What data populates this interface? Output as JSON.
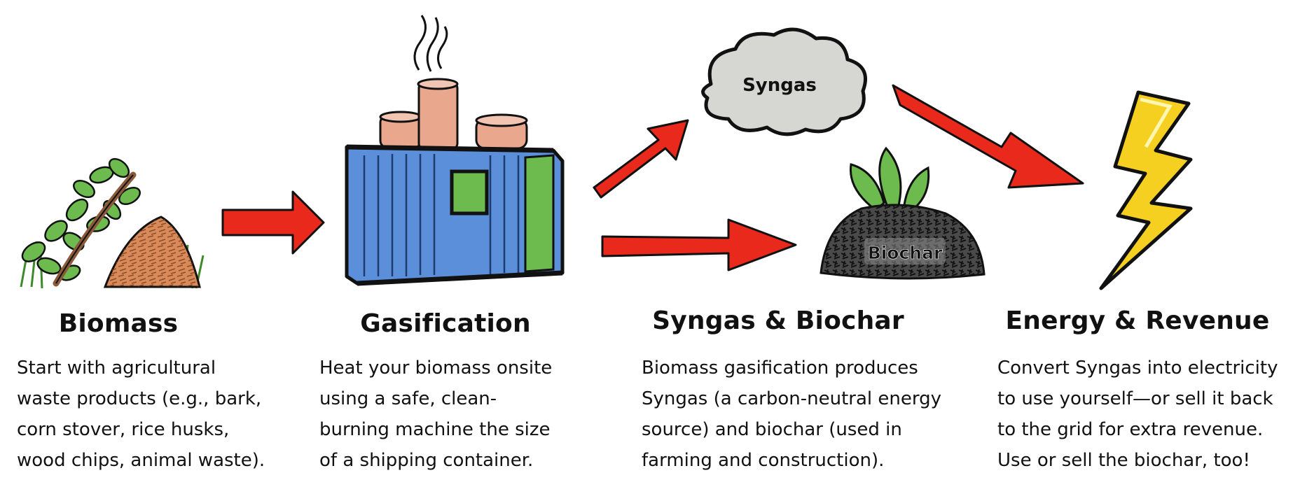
{
  "stages": [
    {
      "title": "Biomass",
      "lines": [
        "Start with agricultural",
        "waste products (e.g., bark,",
        "corn stover, rice husks,",
        "wood chips, animal waste)."
      ]
    },
    {
      "title": "Gasification",
      "lines": [
        "Heat your biomass onsite",
        "using a safe, clean-",
        "burning machine the size",
        "of a shipping container."
      ]
    },
    {
      "title": "Syngas & Biochar",
      "lines": [
        "Biomass gasification produces",
        "Syngas (a carbon-neutral energy",
        "source) and biochar (used in",
        "farming and construction)."
      ]
    },
    {
      "title": "Energy & Revenue",
      "lines": [
        "Convert Syngas into electricity",
        "to use yourself—or sell it back",
        "to the grid for extra revenue.",
        "Use or sell the biochar, too!"
      ]
    }
  ],
  "labels": {
    "syngas": "Syngas",
    "biochar": "Biochar"
  },
  "colors": {
    "arrow": "#e8291c",
    "container": "#5b8fd9",
    "stack": "#e9a88e",
    "leaf": "#6dbb4e",
    "bolt": "#f5d020",
    "cloud": "#d6d6d3",
    "biochar": "#3a3a3a",
    "woodchips": "#c9733f"
  },
  "icons": [
    "biomass-pile-icon",
    "gasifier-container-icon",
    "syngas-cloud-icon",
    "biochar-pile-icon",
    "lightning-bolt-icon",
    "flow-arrow-icon"
  ]
}
